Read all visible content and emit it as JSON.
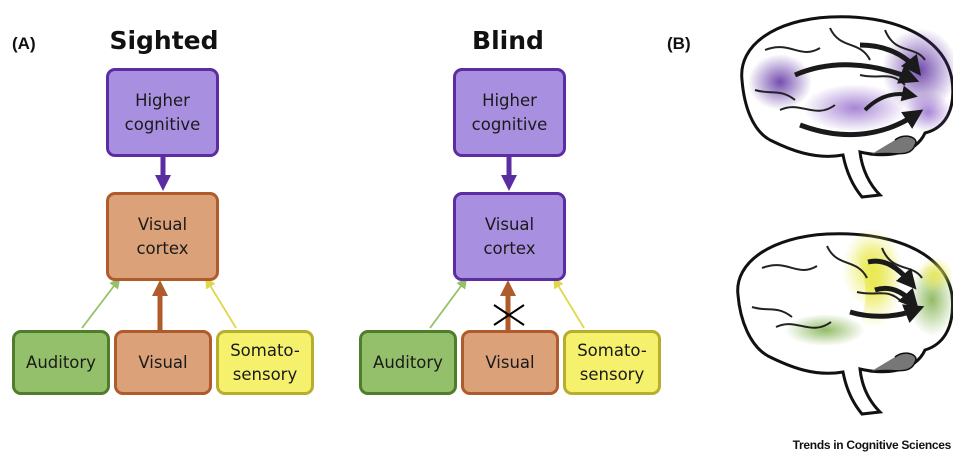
{
  "panel_a": {
    "label": "(A)",
    "sighted": {
      "title": "Sighted",
      "higher": "Higher\ncognitive",
      "visual_cortex": "Visual\ncortex",
      "auditory": "Auditory",
      "visual": "Visual",
      "somatosensory": "Somato-\nsensory"
    },
    "blind": {
      "title": "Blind",
      "higher": "Higher\ncognitive",
      "visual_cortex": "Visual\ncortex",
      "auditory": "Auditory",
      "visual": "Visual",
      "somatosensory": "Somato-\nsensory"
    }
  },
  "panel_b": {
    "label": "(B)"
  },
  "colors": {
    "purple_fill": "#a98fe0",
    "purple_border": "#5b2da0",
    "orange_fill": "#dba27a",
    "orange_border": "#b05b2c",
    "green_fill": "#95c06b",
    "green_border": "#4f7d2c",
    "yellow_fill": "#f5f16d",
    "yellow_border": "#b8ae2e"
  },
  "footer": "Trends in Cognitive Sciences"
}
